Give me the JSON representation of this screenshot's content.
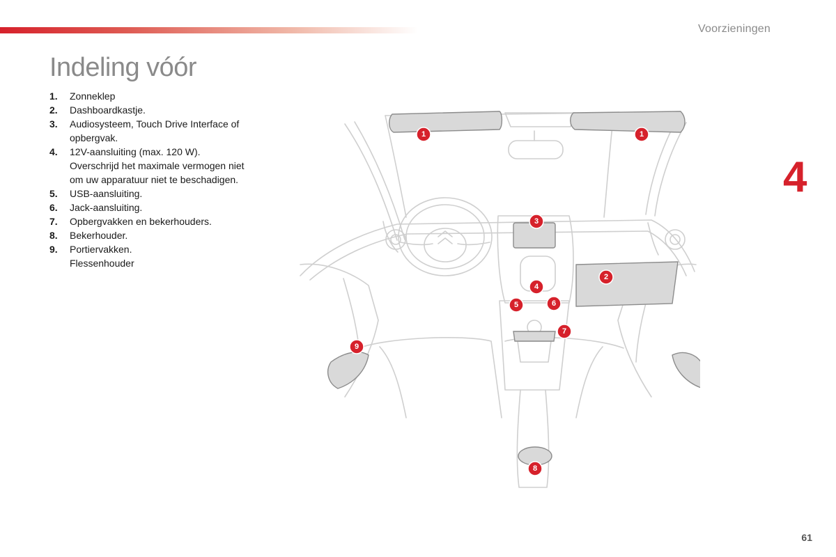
{
  "header": {
    "section_title": "Voorzieningen",
    "accent_color": "#d6212b"
  },
  "page_title": "Indeling vóór",
  "items": [
    {
      "num": "1.",
      "text": "Zonneklep"
    },
    {
      "num": "2.",
      "text": "Dashboardkastje."
    },
    {
      "num": "3.",
      "text": "Audiosysteem, Touch Drive Interface of\nopbergvak."
    },
    {
      "num": "4.",
      "text": "12V-aansluiting (max. 120 W).\nOverschrijd het maximale vermogen niet\nom uw apparatuur niet te beschadigen."
    },
    {
      "num": "5.",
      "text": "USB-aansluiting."
    },
    {
      "num": "6.",
      "text": "Jack-aansluiting."
    },
    {
      "num": "7.",
      "text": "Opbergvakken en bekerhouders."
    },
    {
      "num": "8.",
      "text": "Bekerhouder."
    },
    {
      "num": "9.",
      "text": "Portiervakken.\nFlessenhouder"
    }
  ],
  "chapter_number": "4",
  "page_number": "61",
  "diagram": {
    "callouts": [
      "1",
      "1",
      "3",
      "2",
      "4",
      "5",
      "6",
      "7",
      "9",
      "9",
      "8"
    ]
  }
}
